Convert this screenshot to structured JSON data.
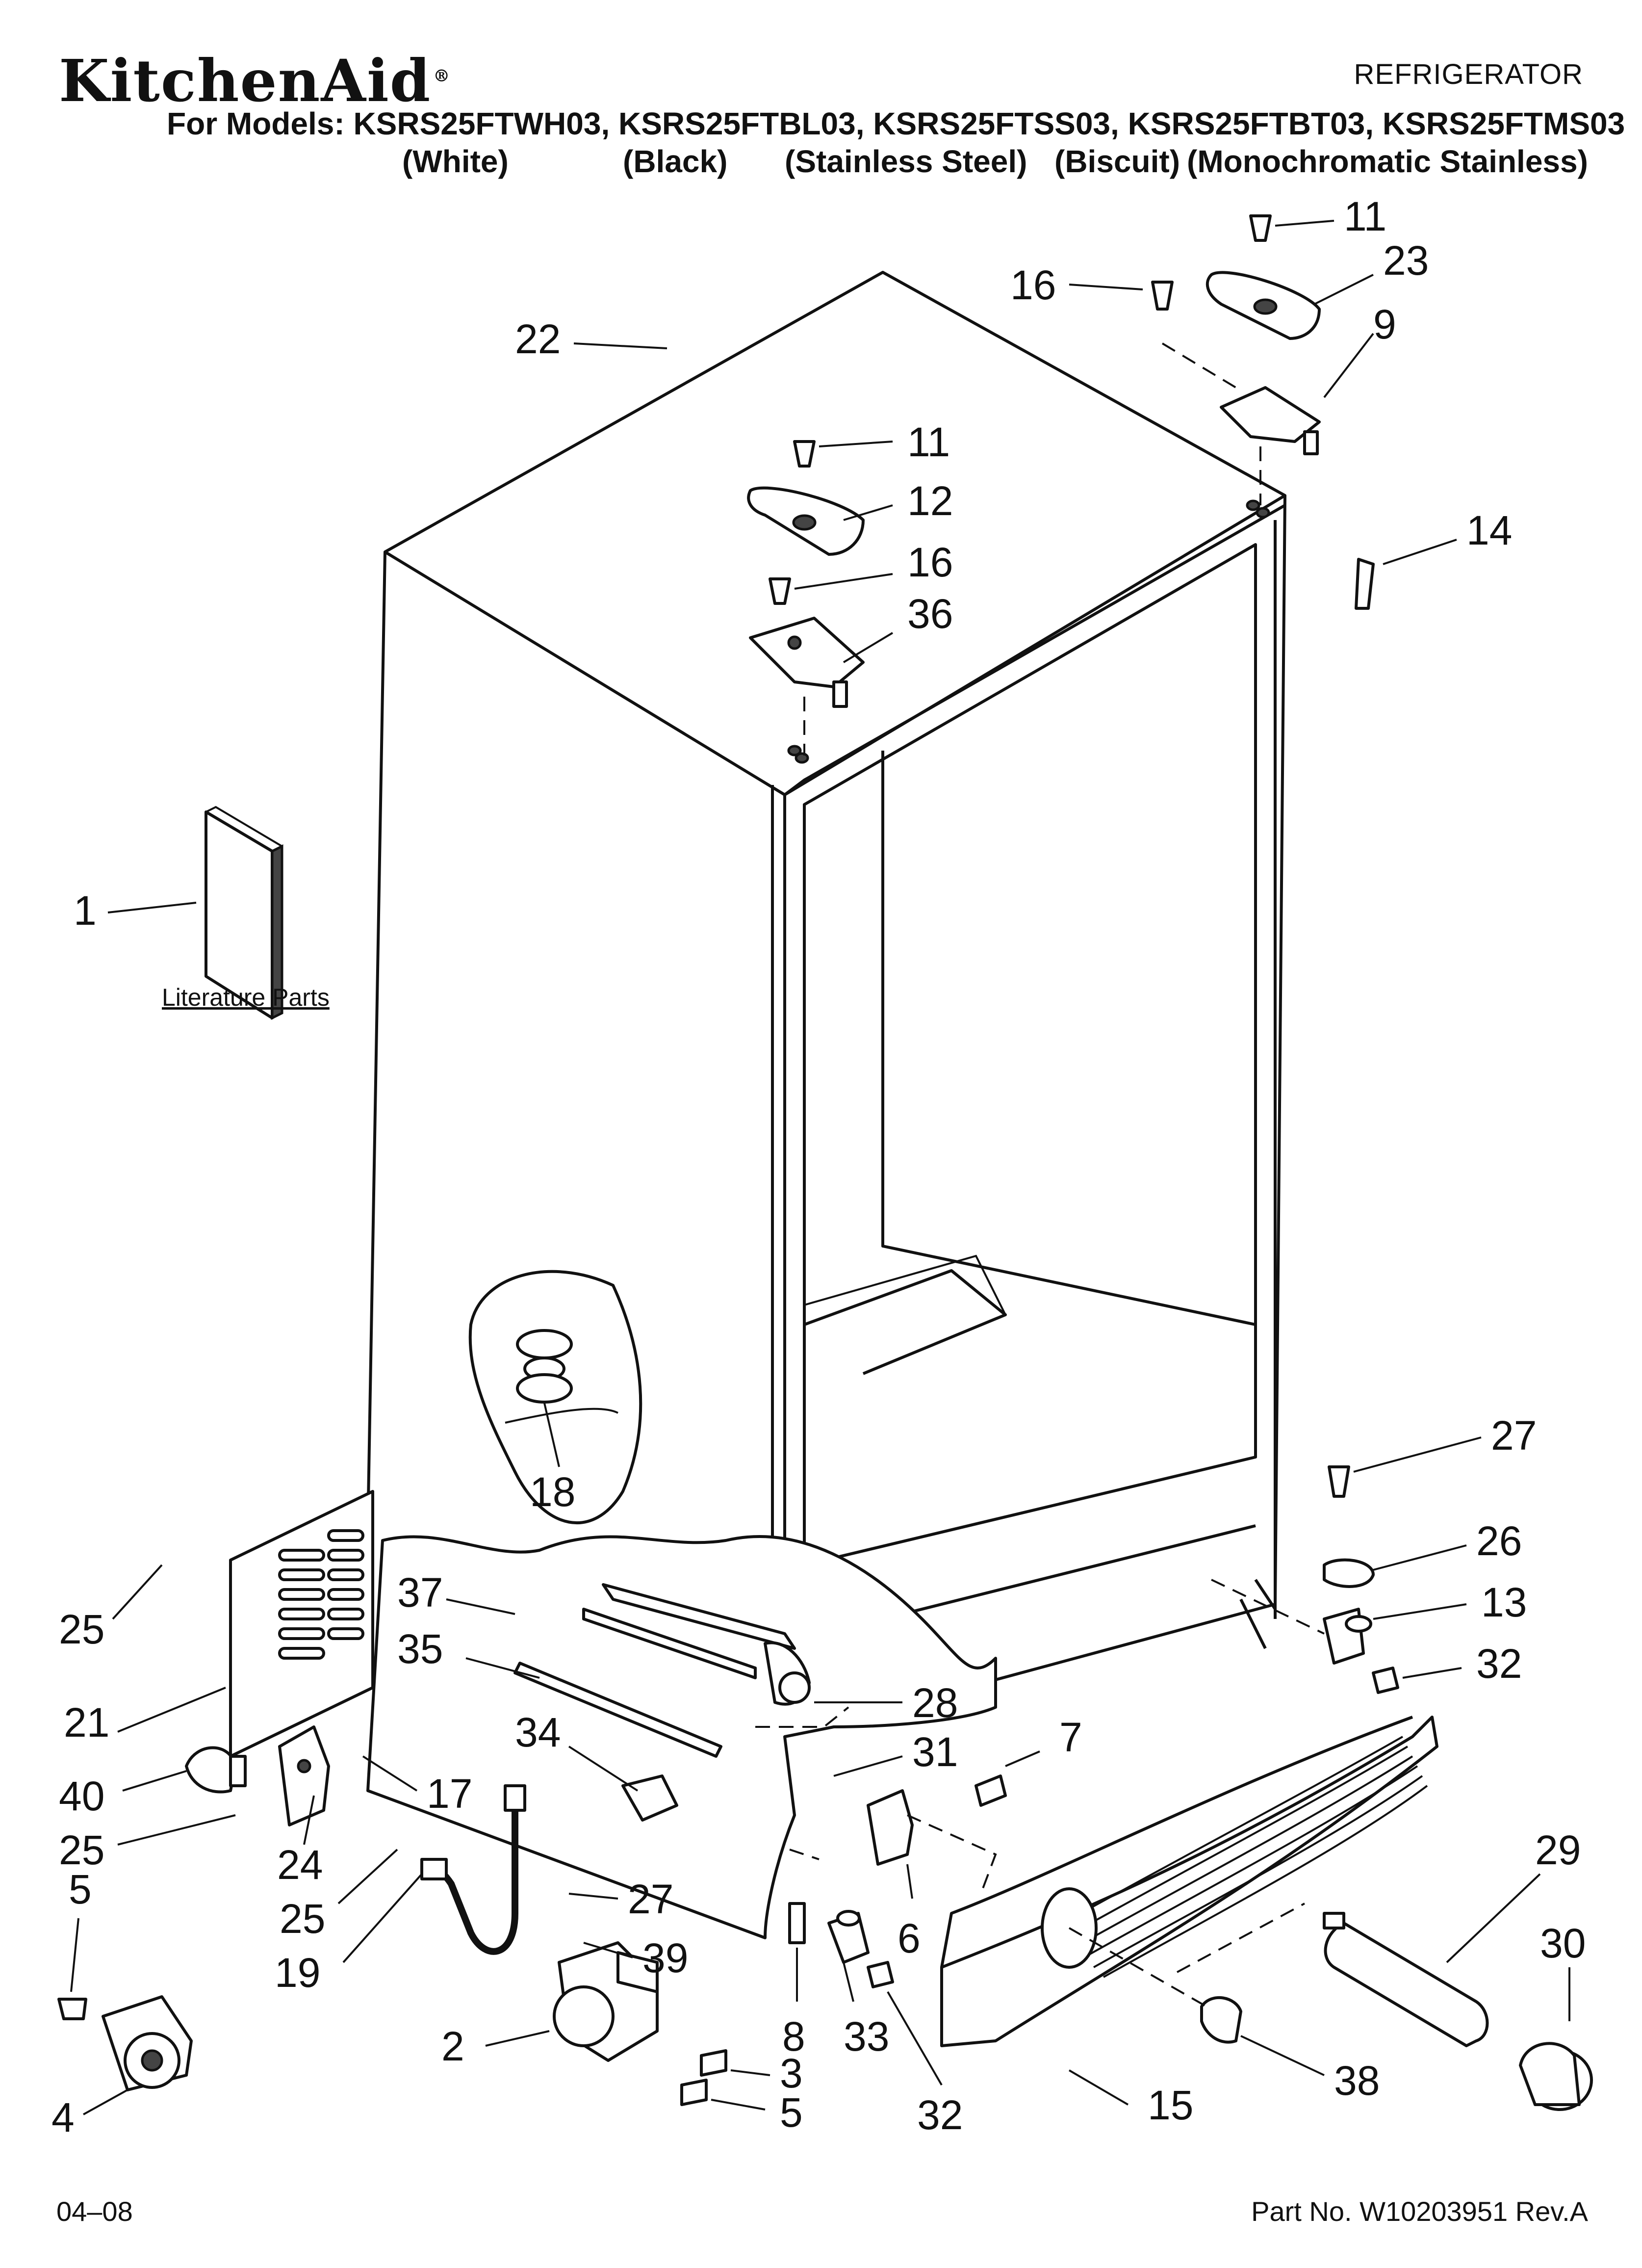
{
  "header": {
    "brand": "KitchenAid",
    "brand_mark": "®",
    "doc_type": "REFRIGERATOR",
    "models_line": "For Models: KSRS25FTWH03, KSRS25FTBL03, KSRS25FTSS03, KSRS25FTBT03, KSRS25FTMS03",
    "variants": [
      "(White)",
      "(Black)",
      "(Stainless Steel)",
      "(Biscuit)",
      "(Monochromatic Stainless)"
    ]
  },
  "literature_label": "Literature Parts",
  "callouts": [
    "1",
    "2",
    "3",
    "4",
    "5",
    "5",
    "6",
    "7",
    "8",
    "9",
    "11",
    "11",
    "12",
    "13",
    "14",
    "15",
    "16",
    "16",
    "17",
    "18",
    "19",
    "21",
    "22",
    "23",
    "24",
    "25",
    "25",
    "25",
    "26",
    "27",
    "27",
    "28",
    "29",
    "30",
    "31",
    "32",
    "32",
    "33",
    "34",
    "35",
    "36",
    "37",
    "38",
    "39",
    "40"
  ],
  "footer": {
    "date": "04–08",
    "part_no": "Part No. W10203951 Rev.A"
  },
  "colors": {
    "ink": "#111111",
    "paper": "#ffffff"
  }
}
